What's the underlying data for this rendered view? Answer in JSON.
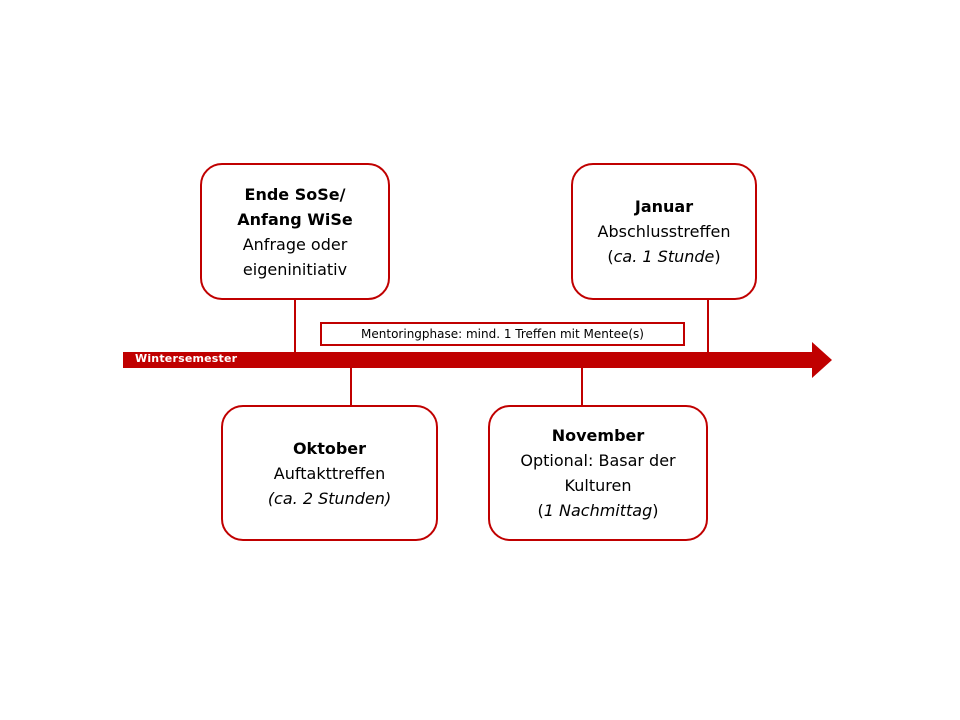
{
  "timeline": {
    "axis_label": "Wintersemester",
    "phase_label": "Mentoringphase: mind. 1 Treffen mit Mentee(s)",
    "accent_color": "#c00000"
  },
  "boxes": {
    "ende": {
      "title_line1": "Ende SoSe/",
      "title_line2": "Anfang WiSe",
      "line1": "Anfrage oder",
      "line2": "eigeninitiativ"
    },
    "januar": {
      "title": "Januar",
      "line1": "Abschlusstreffen",
      "note": "ca. 1 Stunde"
    },
    "oktober": {
      "title": "Oktober",
      "line1": "Auftakttreffen",
      "note": "(ca. 2 Stunden)"
    },
    "november": {
      "title": "November",
      "line1": "Optional: Basar der",
      "line2": "Kulturen",
      "note": "1 Nachmittag"
    }
  }
}
